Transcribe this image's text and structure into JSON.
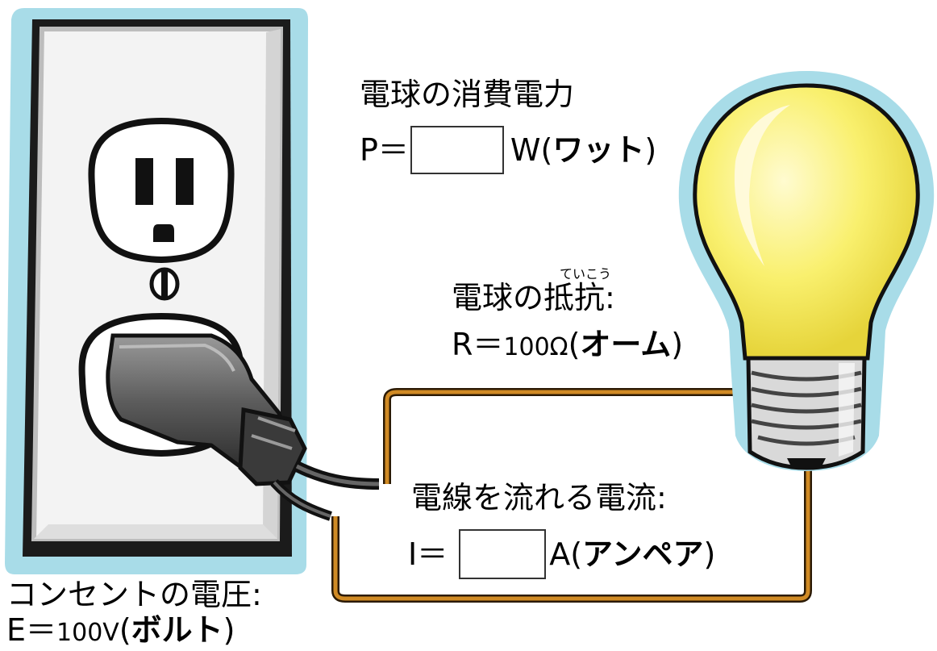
{
  "power": {
    "title": "電球の消費電力",
    "prefix": "P＝",
    "unit": "W",
    "unit_name": "ワット"
  },
  "resistance": {
    "title_main": "電球の",
    "title_kanji": "抵抗",
    "title_colon": ":",
    "ruby": "ていこう",
    "prefix": "R＝",
    "value": "100Ω",
    "unit_name": "オーム"
  },
  "current": {
    "title": "電線を流れる電流:",
    "prefix": "I＝",
    "unit": "A",
    "unit_name": "アンペア"
  },
  "voltage": {
    "title": "コンセントの電圧:",
    "prefix": "E＝",
    "value": "100V",
    "unit_name": "ボルト"
  },
  "colors": {
    "glow": "#a8dce8",
    "bulb": "#f7ef6a",
    "wire": "#c8821e",
    "plate": "#f2f2f2"
  }
}
